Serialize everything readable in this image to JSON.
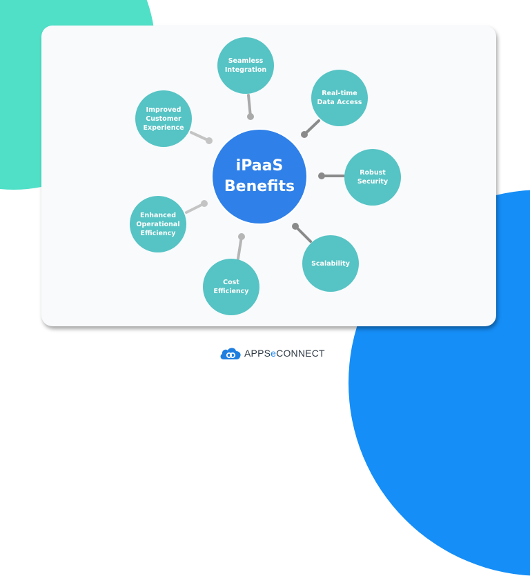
{
  "diagram": {
    "title": "iPaaS Benefits",
    "center": {
      "label": "iPaaS\nBenefits",
      "color": "#2f80e8"
    },
    "node_color": "#56c3c4",
    "nodes": [
      {
        "id": "seamless-integration",
        "label": "Seamless\nIntegration"
      },
      {
        "id": "real-time-data-access",
        "label": "Real-time\nData Access"
      },
      {
        "id": "robust-security",
        "label": "Robust\nSecurity"
      },
      {
        "id": "scalability",
        "label": "Scalability"
      },
      {
        "id": "cost-efficiency",
        "label": "Cost\nEfficiency"
      },
      {
        "id": "enhanced-operational-efficiency",
        "label": "Enhanced\nOperational\nEfficiency"
      },
      {
        "id": "improved-customer-experience",
        "label": "Improved\nCustomer\nExperience"
      }
    ]
  },
  "background": {
    "teal": "#50e0c8",
    "blue": "#158ef7",
    "card": "#f8fafc"
  },
  "logo": {
    "part1": "APPS",
    "part2": "e",
    "part3": "CONNECT",
    "icon": "cloud-sync-icon"
  }
}
